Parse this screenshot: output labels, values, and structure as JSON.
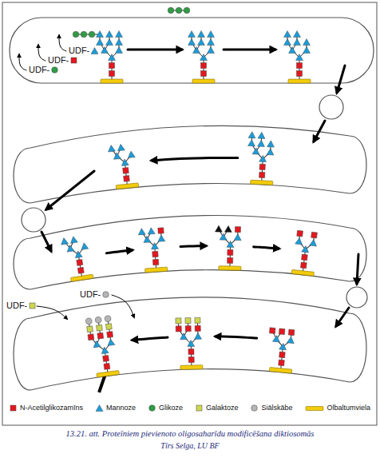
{
  "diagram": {
    "caption": "13.21. att. Proteīniem pievienoto oligosaharīdu modificēšana diktiosomās",
    "labels": [
      "UDF-",
      "UDF-",
      "UDF-",
      "UDF-",
      "UDF-",
      "Tīrs Selga, LU BF"
    ],
    "legend": [
      {
        "text": "N-Acetilglikozamīns",
        "color": "#e3181f"
      },
      {
        "text": "Mannoze",
        "color": "#1e9bd7"
      },
      {
        "text": "Glikoze",
        "color": "#2f9d45"
      },
      {
        "text": "Galaktoze",
        "color": "#cdd64f"
      },
      {
        "text": "Siālskābe",
        "color": "#b5b5b5"
      },
      {
        "text": "Olbaltumviela",
        "color": "#f2cc0c"
      }
    ]
  }
}
